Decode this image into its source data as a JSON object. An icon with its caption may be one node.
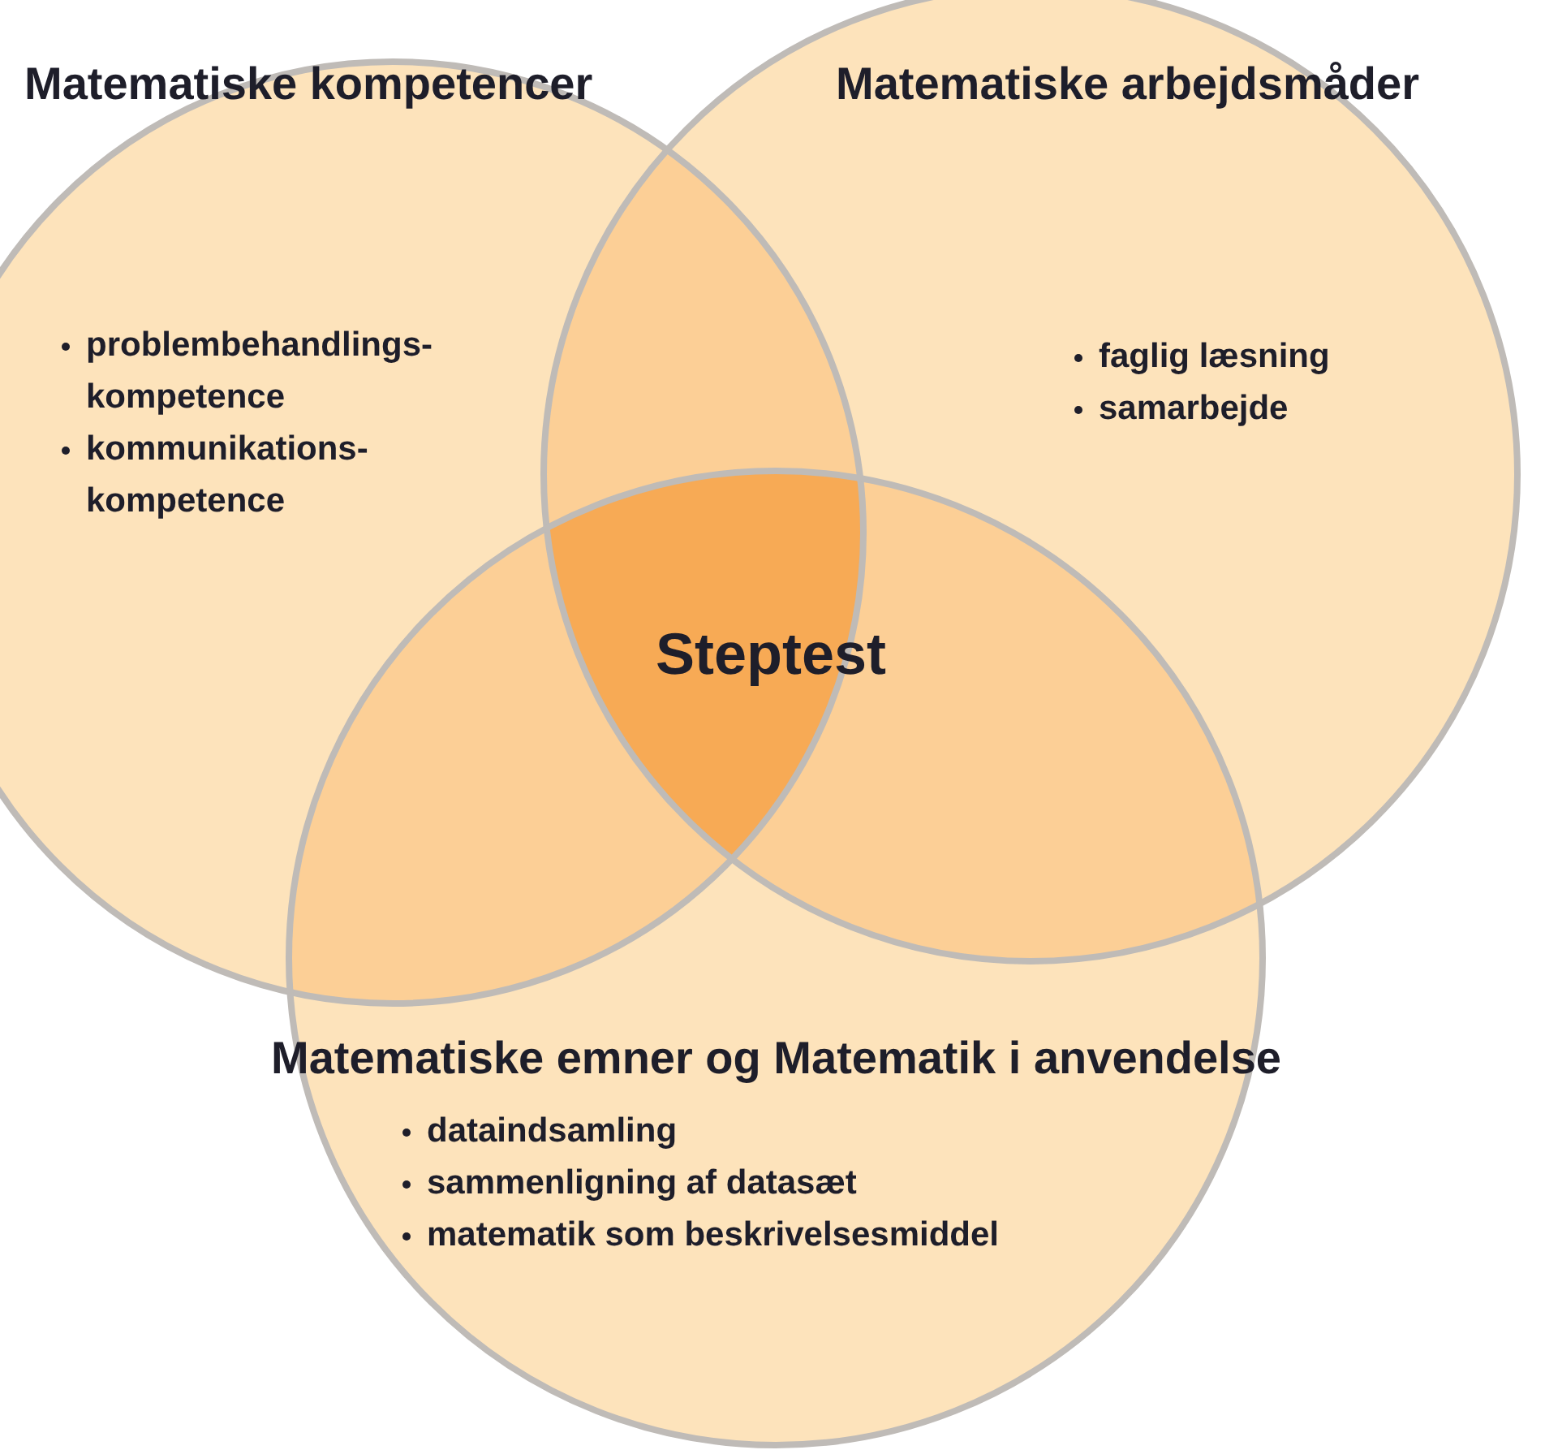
{
  "diagram": {
    "nodes": [
      {
        "text": [
          "Matematiske kompetencer",
          "problembehandlings-kompetence",
          "kommunikations-kompetence"
        ]
      },
      {
        "text": [
          "Matematiske arbejdsmåder",
          "faglig læsning",
          "samarbejde"
        ]
      },
      {
        "text": [
          "Matematiske emner og Matematik i anvendelse",
          "dataindsamling",
          "sammenligning af datasæt",
          "matematik som beskrivelsesmiddel"
        ]
      },
      {
        "text": [
          "Steptest"
        ]
      }
    ]
  }
}
